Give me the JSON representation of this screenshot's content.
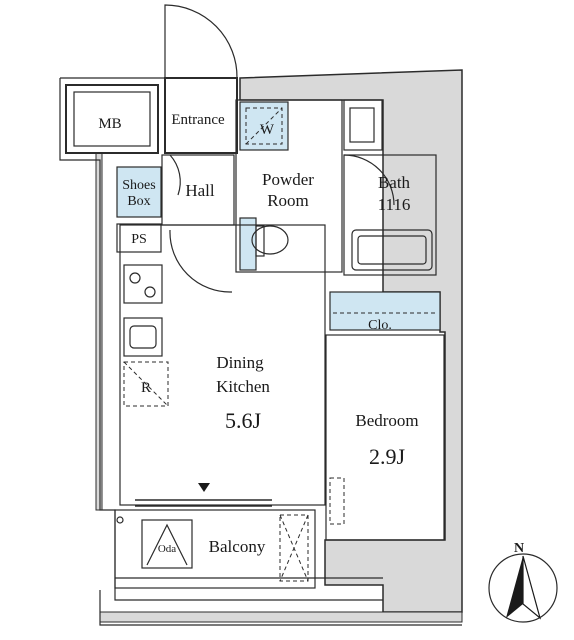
{
  "rooms": {
    "mb": "MB",
    "entrance": "Entrance",
    "w": "W",
    "powder_room_line1": "Powder",
    "powder_room_line2": "Room",
    "bath_line1": "Bath",
    "bath_line2": "1116",
    "shoes_box_line1": "Shoes",
    "shoes_box_line2": "Box",
    "hall": "Hall",
    "ps": "PS",
    "refrigerator": "R",
    "dining_kitchen_line1": "Dining",
    "dining_kitchen_line2": "Kitchen",
    "dining_kitchen_size": "5.6J",
    "closet": "Clo.",
    "bedroom": "Bedroom",
    "bedroom_size": "2.9J",
    "outdoor_unit": "Oda",
    "balcony": "Balcony"
  },
  "compass": {
    "north_label": "N"
  },
  "colors": {
    "wall_gray": "#d9d9d9",
    "storage_blue": "#cfe6f2",
    "line": "#2b2b2b"
  }
}
